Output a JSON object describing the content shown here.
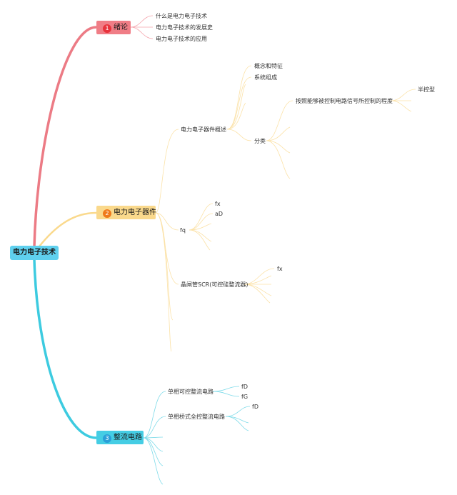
{
  "root": "电力电子技术",
  "branches": [
    {
      "num": "1",
      "label": "绪论",
      "color": "#f07d86",
      "children": [
        "什么是电力电子技术",
        "电力电子技术的发展史",
        "电力电子技术的应用"
      ]
    },
    {
      "num": "2",
      "label": "电力电子器件",
      "color": "#fad98c",
      "children": {
        "overview": "电力电子器件概述",
        "concept": "概念和特征",
        "system": "系统组成",
        "classify": "分类",
        "controlDegree": "按照能够被控制电路信号所控制的程度",
        "semi": "半控型",
        "fq": "fq",
        "fq_fx": "fx",
        "fq_aD": "aD",
        "scr": "晶闸管SCR(可控硅整流器)",
        "scr_fx": "fx"
      }
    },
    {
      "num": "3",
      "label": "整流电路",
      "color": "#45cde4",
      "children": {
        "single": "单相可控整流电路",
        "single_fD": "fD",
        "single_fG": "fG",
        "bridge": "单相桥式全控整流电路",
        "bridge_fD": "fD"
      }
    }
  ],
  "colors": {
    "branch1": "#f07d86",
    "branch2": "#fad98c",
    "branch3": "#45cde4",
    "root": "#5fd0ee",
    "numBadge1": "#e8333c",
    "numBadge2": "#ef7a1a",
    "numBadge3": "#2a9fd8"
  }
}
